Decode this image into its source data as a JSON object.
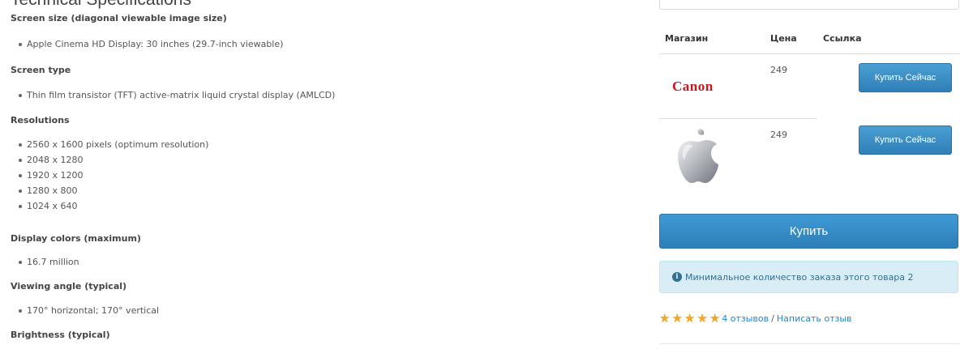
{
  "page": {
    "heading": "Technical Specifications"
  },
  "specs": {
    "screen_size": {
      "title": "Screen size (diagonal viewable image size)",
      "items": [
        "Apple Cinema HD Display: 30 inches (29.7-inch viewable)"
      ]
    },
    "screen_type": {
      "title": "Screen type",
      "items": [
        "Thin film transistor (TFT) active-matrix liquid crystal display (AMLCD)"
      ]
    },
    "resolutions": {
      "title": "Resolutions",
      "items": [
        "2560 x 1600 pixels (optimum resolution)",
        "2048 x 1280",
        "1920 x 1200",
        "1280 x 800",
        "1024 x 640"
      ]
    },
    "display_colors": {
      "title": "Display colors (maximum)",
      "items": [
        "16.7 million"
      ]
    },
    "viewing_angle": {
      "title": "Viewing angle (typical)",
      "items": [
        "170° horizontal; 170° vertical"
      ]
    },
    "brightness": {
      "title": "Brightness (typical)"
    }
  },
  "stores": {
    "headers": {
      "store": "Магазин",
      "price": "Цена",
      "link": "Ссылка"
    },
    "rows": [
      {
        "logo_text": "Canon",
        "price": "249",
        "button": "Купить Сейчас"
      },
      {
        "logo_icon": "apple-logo-icon",
        "price": "249",
        "button": "Купить Сейчас"
      }
    ]
  },
  "purchase": {
    "buy_label": "Купить",
    "min_order_notice": "Минимальное количество заказа этого товара 2"
  },
  "reviews": {
    "rating": 5,
    "max_rating": 5,
    "count_label": "4 отзывов",
    "separator": "/",
    "write_label": "Написать отзыв"
  },
  "colors": {
    "accent": "#2f7fb8",
    "alert_bg": "#d9edf7",
    "alert_text": "#31708f",
    "star": "#f5a623",
    "link": "#2a84c6",
    "canon_red": "#c8171e"
  }
}
